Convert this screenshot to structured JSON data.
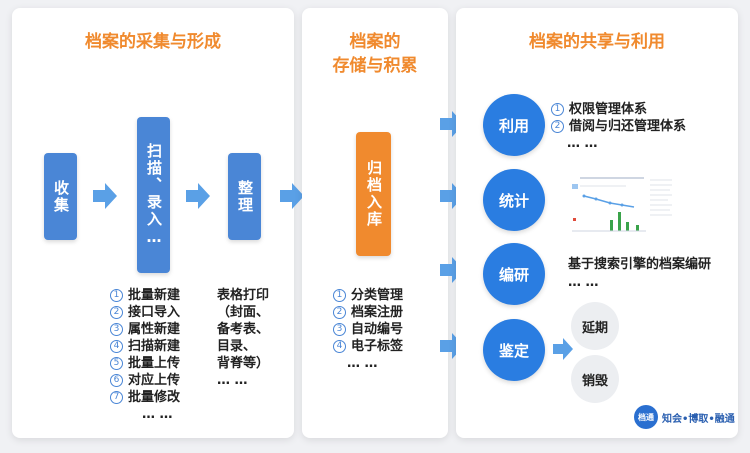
{
  "panel1": {
    "title": "档案的采集与形成",
    "box_collect": "收集",
    "box_scan": "扫描、录入…",
    "box_organize": "整理",
    "list1": [
      {
        "n": "1",
        "text": "批量新建"
      },
      {
        "n": "2",
        "text": "接口导入"
      },
      {
        "n": "3",
        "text": "属性新建"
      },
      {
        "n": "4",
        "text": "扫描新建"
      },
      {
        "n": "5",
        "text": "批量上传"
      },
      {
        "n": "6",
        "text": "对应上传"
      },
      {
        "n": "7",
        "text": "批量修改"
      }
    ],
    "list1_more": "… …",
    "list2": [
      "表格打印",
      "（封面、",
      "备考表、",
      "目录、",
      "背脊等）"
    ],
    "list2_more": "… …"
  },
  "panel2": {
    "title_line1": "档案的",
    "title_line2": "存储与积累",
    "box_archive": "归档入库",
    "list": [
      {
        "n": "1",
        "text": "分类管理"
      },
      {
        "n": "2",
        "text": "档案注册"
      },
      {
        "n": "3",
        "text": "自动编号"
      },
      {
        "n": "4",
        "text": "电子标签"
      }
    ],
    "list_more": "… …"
  },
  "panel3": {
    "title": "档案的共享与利用",
    "use": {
      "label": "利用",
      "items": [
        {
          "n": "1",
          "text": "权限管理体系"
        },
        {
          "n": "2",
          "text": "借阅与归还管理体系"
        }
      ],
      "more": "… …"
    },
    "stats": {
      "label": "统计"
    },
    "research": {
      "label": "编研",
      "text": "基于搜索引擎的档案编研",
      "more": "… …"
    },
    "appraisal": {
      "label": "鉴定",
      "extend": "延期",
      "destroy": "销毁"
    }
  },
  "brand": {
    "logo_text": "档通",
    "slogan": "知会•博取•融通"
  },
  "colors": {
    "blue_box": "#4a86d6",
    "orange": "#f08a2e",
    "circle_blue": "#2a7de1",
    "arrow": "#5aa0e6"
  }
}
